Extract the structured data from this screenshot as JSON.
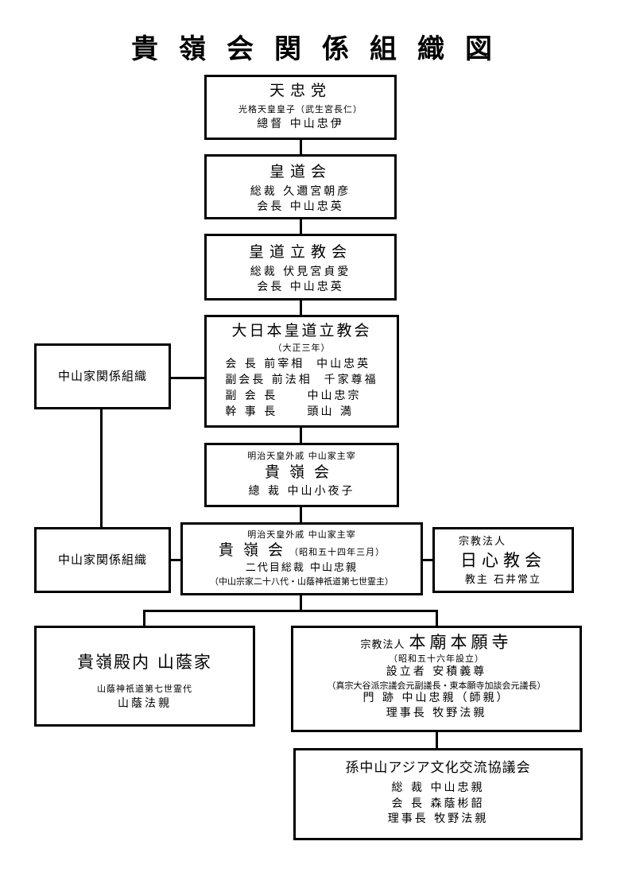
{
  "title": "貴嶺会関係組織図",
  "tenchuto": {
    "name": "天忠党",
    "line1": "光格天皇皇子（武生宮長仁）",
    "line2": "總督 中山忠伊"
  },
  "kodokai": {
    "name": "皇道会",
    "line1": "総裁 久邇宮朝彦",
    "line2": "会長 中山忠英"
  },
  "kodoritsukyokai": {
    "name": "皇道立教会",
    "line1": "総裁 伏見宮貞愛",
    "line2": "会長 中山忠英"
  },
  "dainihon": {
    "name": "大日本皇道立教会",
    "year": "（大正三年）",
    "officers": [
      "会 長 前宰相  中山忠英",
      "副会長 前法相  千家尊福",
      "副 会 長     中山忠宗",
      "幹 事 長     頭山 満"
    ]
  },
  "nakayama_left1": {
    "name": "中山家関係組織"
  },
  "kireikai1": {
    "line1": "明治天皇外戚 中山家主宰",
    "name": "貴嶺会",
    "line2": "總 裁 中山小夜子"
  },
  "nakayama_left2": {
    "name": "中山家関係組織"
  },
  "kireikai2": {
    "line1": "明治天皇外戚 中山家主宰",
    "name": "貴 嶺 会",
    "year": "（昭和五十四年三月）",
    "line2": "二代目総裁 中山忠親",
    "line3": "（中山宗家二十八代・山蔭神祇道第七世霊主）"
  },
  "nisshin": {
    "line1": "宗教法人",
    "name": "日心教会",
    "line2": "教主 石井常立"
  },
  "yamakage": {
    "name": "貴嶺殿内 山蔭家",
    "line1": "山蔭神祇道第七世霊代",
    "line2": "山蔭法親"
  },
  "honbyo": {
    "prefix": "宗教法人",
    "name": "本廟本願寺",
    "year": "（昭和五十六年設立）",
    "line1": "設立者 安積義尊",
    "line2": "（真宗大谷派宗議会元副議長・東本願寺加談会元議長）",
    "line3": "門 跡 中山忠親（師親）",
    "line4": "理事長 牧野法親"
  },
  "sonchuzan": {
    "name": "孫中山アジア文化交流協議会",
    "line1": "総 裁 中山忠親",
    "line2": "会 長 森蔭彬韶",
    "line3": "理事長 牧野法親"
  }
}
